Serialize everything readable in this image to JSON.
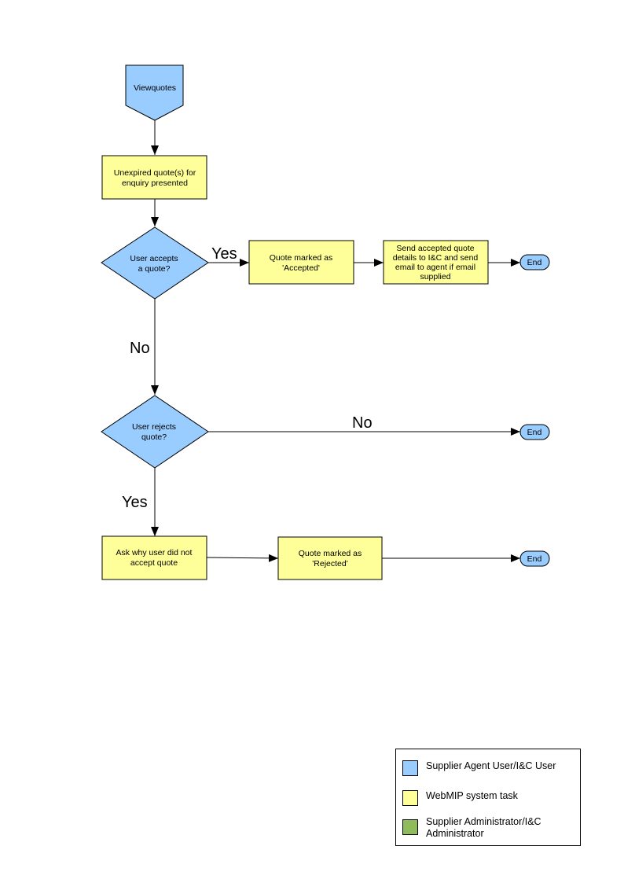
{
  "colors": {
    "user": "#99ccff",
    "system": "#ffff99",
    "admin": "#8fbc5a",
    "stroke": "#000000"
  },
  "nodes": {
    "viewquotes": "Viewquotes",
    "unexpired": [
      "Unexpired quote(s) for",
      "enquiry presented"
    ],
    "accepts": [
      "User accepts",
      "a quote?"
    ],
    "marked_accepted": [
      "Quote  marked as",
      "'Accepted'"
    ],
    "send_details": [
      "Send accepted quote",
      "details to I&C and send",
      "email to agent if email",
      "supplied"
    ],
    "end_1": "End",
    "rejects": [
      "User rejects",
      "quote?"
    ],
    "end_2": "End",
    "ask_why": [
      "Ask why user did not",
      "accept quote"
    ],
    "marked_rejected": [
      "Quote  marked as",
      "'Rejected'"
    ],
    "end_3": "End"
  },
  "edges": {
    "accept_yes": "Yes",
    "accept_no": "No",
    "reject_no": "No",
    "reject_yes": "Yes"
  },
  "legend": {
    "items": [
      {
        "label": "Supplier Agent User/I&C User",
        "color": "#99ccff"
      },
      {
        "label": "WebMIP system task",
        "color": "#ffff99"
      },
      {
        "label": "Supplier Administrator/I&C Administrator",
        "color": "#8fbc5a"
      }
    ]
  }
}
